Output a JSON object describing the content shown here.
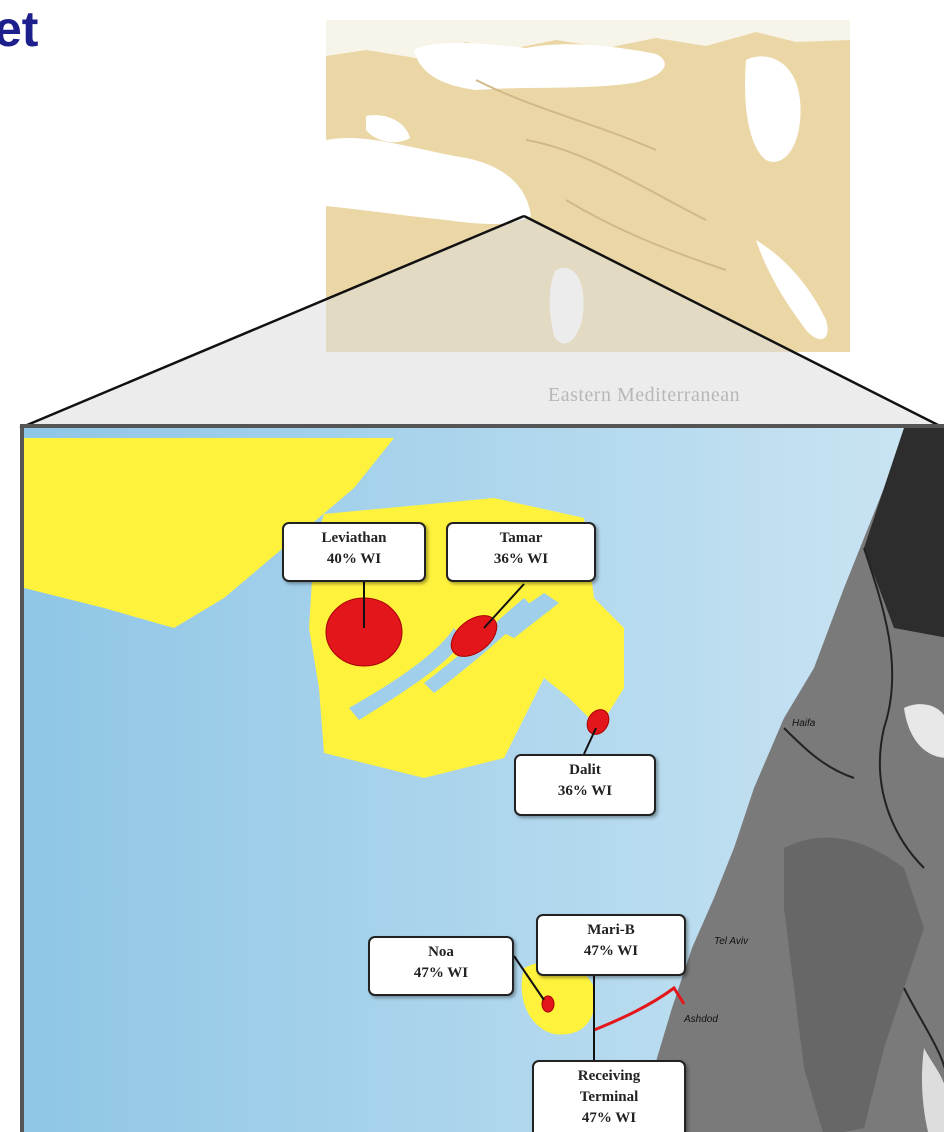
{
  "title_fragment": "et",
  "inset": {
    "caption": "Eastern Mediterranean"
  },
  "fields": [
    {
      "id": "leviathan",
      "name": "Leviathan",
      "interest": "40% WI"
    },
    {
      "id": "tamar",
      "name": "Tamar",
      "interest": "36% WI"
    },
    {
      "id": "dalit",
      "name": "Dalit",
      "interest": "36% WI"
    },
    {
      "id": "noa",
      "name": "Noa",
      "interest": "47% WI"
    },
    {
      "id": "mari-b",
      "name": "Mari-B",
      "interest": "47% WI"
    },
    {
      "id": "receiving-terminal",
      "name_line1": "Receiving",
      "name_line2": "Terminal",
      "interest": "47% WI"
    }
  ],
  "towns": {
    "haifa": "Haifa",
    "tel_aviv": "Tel Aviv",
    "ashdod": "Ashdod"
  },
  "colors": {
    "sea": "#a9d3ec",
    "license_area": "#fff23c",
    "gas_field": "#e3161b",
    "pipeline": "#e3161b",
    "land": "#7a7a7a",
    "title": "#1d1f8c"
  }
}
